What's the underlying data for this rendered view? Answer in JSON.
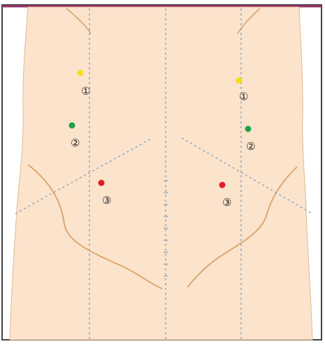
{
  "colors": {
    "skin": "#fbe3cc",
    "contour": "#d9a36a",
    "guide": "#87a9c6",
    "border_top": "#9a2e66",
    "border_side": "#444444",
    "marker_1": "#f3df1d",
    "marker_2": "#1fa34a",
    "marker_3": "#e21d26"
  },
  "points": {
    "left_1": {
      "label": "①",
      "color": "yellow"
    },
    "left_2": {
      "label": "②",
      "color": "green"
    },
    "left_3": {
      "label": "③",
      "color": "red"
    },
    "right_1": {
      "label": "①",
      "color": "yellow"
    },
    "right_2": {
      "label": "②",
      "color": "green"
    },
    "right_3": {
      "label": "③",
      "color": "red"
    }
  }
}
